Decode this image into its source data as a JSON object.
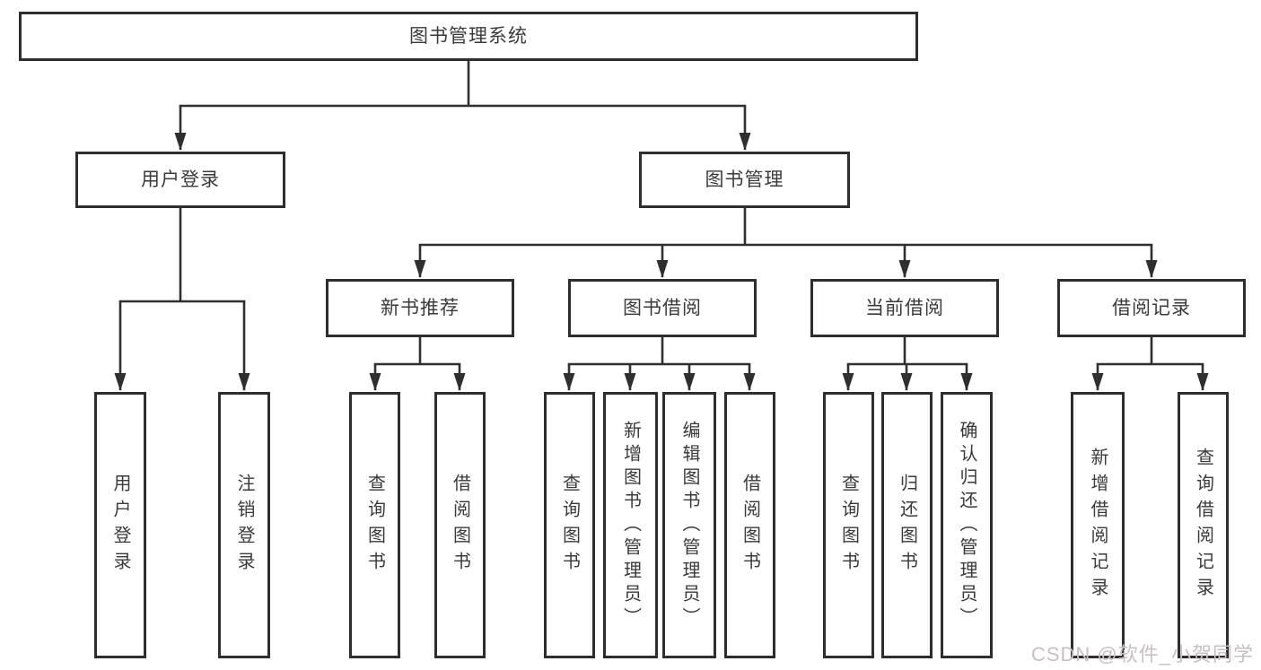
{
  "tree": {
    "root": {
      "label": "图书管理系统",
      "children": [
        {
          "label": "用户登录",
          "children": [
            {
              "label": "用户登录"
            },
            {
              "label": "注销登录"
            }
          ]
        },
        {
          "label": "图书管理",
          "children": [
            {
              "label": "新书推荐",
              "children": [
                {
                  "label": "查询图书"
                },
                {
                  "label": "借阅图书"
                }
              ]
            },
            {
              "label": "图书借阅",
              "children": [
                {
                  "label": "查询图书"
                },
                {
                  "label": "新增图书（管理员）"
                },
                {
                  "label": "编辑图书（管理员）"
                },
                {
                  "label": "借阅图书"
                }
              ]
            },
            {
              "label": "当前借阅",
              "children": [
                {
                  "label": "查询图书"
                },
                {
                  "label": "归还图书"
                },
                {
                  "label": "确认归还（管理员）"
                }
              ]
            },
            {
              "label": "借阅记录",
              "children": [
                {
                  "label": "新增借阅记录"
                },
                {
                  "label": "查询借阅记录"
                }
              ]
            }
          ]
        }
      ]
    }
  },
  "watermark": {
    "text": "CSDN @软件_小贺同学"
  },
  "colors": {
    "background": "#ffffff",
    "box_border": "#2e2e2e",
    "connector_line": "#2f2f2f",
    "text": "#3a3a3a",
    "watermark_text": "#c8c0c0"
  }
}
